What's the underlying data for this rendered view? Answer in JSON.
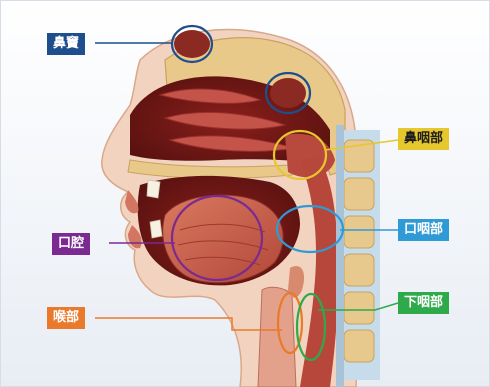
{
  "labels": {
    "nasal_sinus": {
      "text": "鼻竇",
      "color": "#1f4e8c"
    },
    "nasopharynx": {
      "text": "鼻咽部",
      "color": "#e6c72e"
    },
    "oral_cavity": {
      "text": "口腔",
      "color": "#7a2a91"
    },
    "oropharynx": {
      "text": "口咽部",
      "color": "#2f9ad6"
    },
    "larynx": {
      "text": "喉部",
      "color": "#ea7a2b"
    },
    "hypopharynx": {
      "text": "下咽部",
      "color": "#2eaa4a"
    }
  }
}
